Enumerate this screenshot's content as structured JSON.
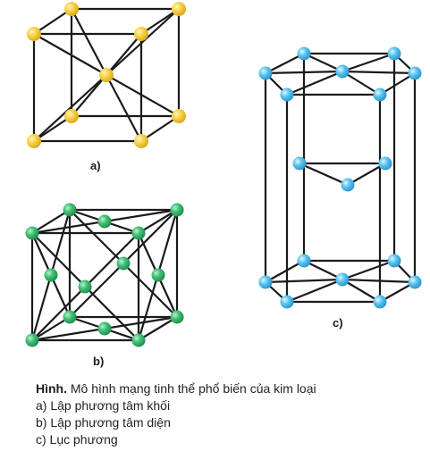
{
  "figures": {
    "a": {
      "label": "a)",
      "atom_color": "#f2c531"
    },
    "b": {
      "label": "b)",
      "atom_color": "#35b36a"
    },
    "c": {
      "label": "c)",
      "atom_color": "#45b8e8"
    }
  },
  "caption": {
    "title": "Hình.",
    "text": "Mô hình mạng tinh thể phổ biến của kim loại",
    "items": [
      "a) Lập phương tâm khối",
      "b) Lập phương tâm diện",
      "c) Lục phương"
    ]
  }
}
